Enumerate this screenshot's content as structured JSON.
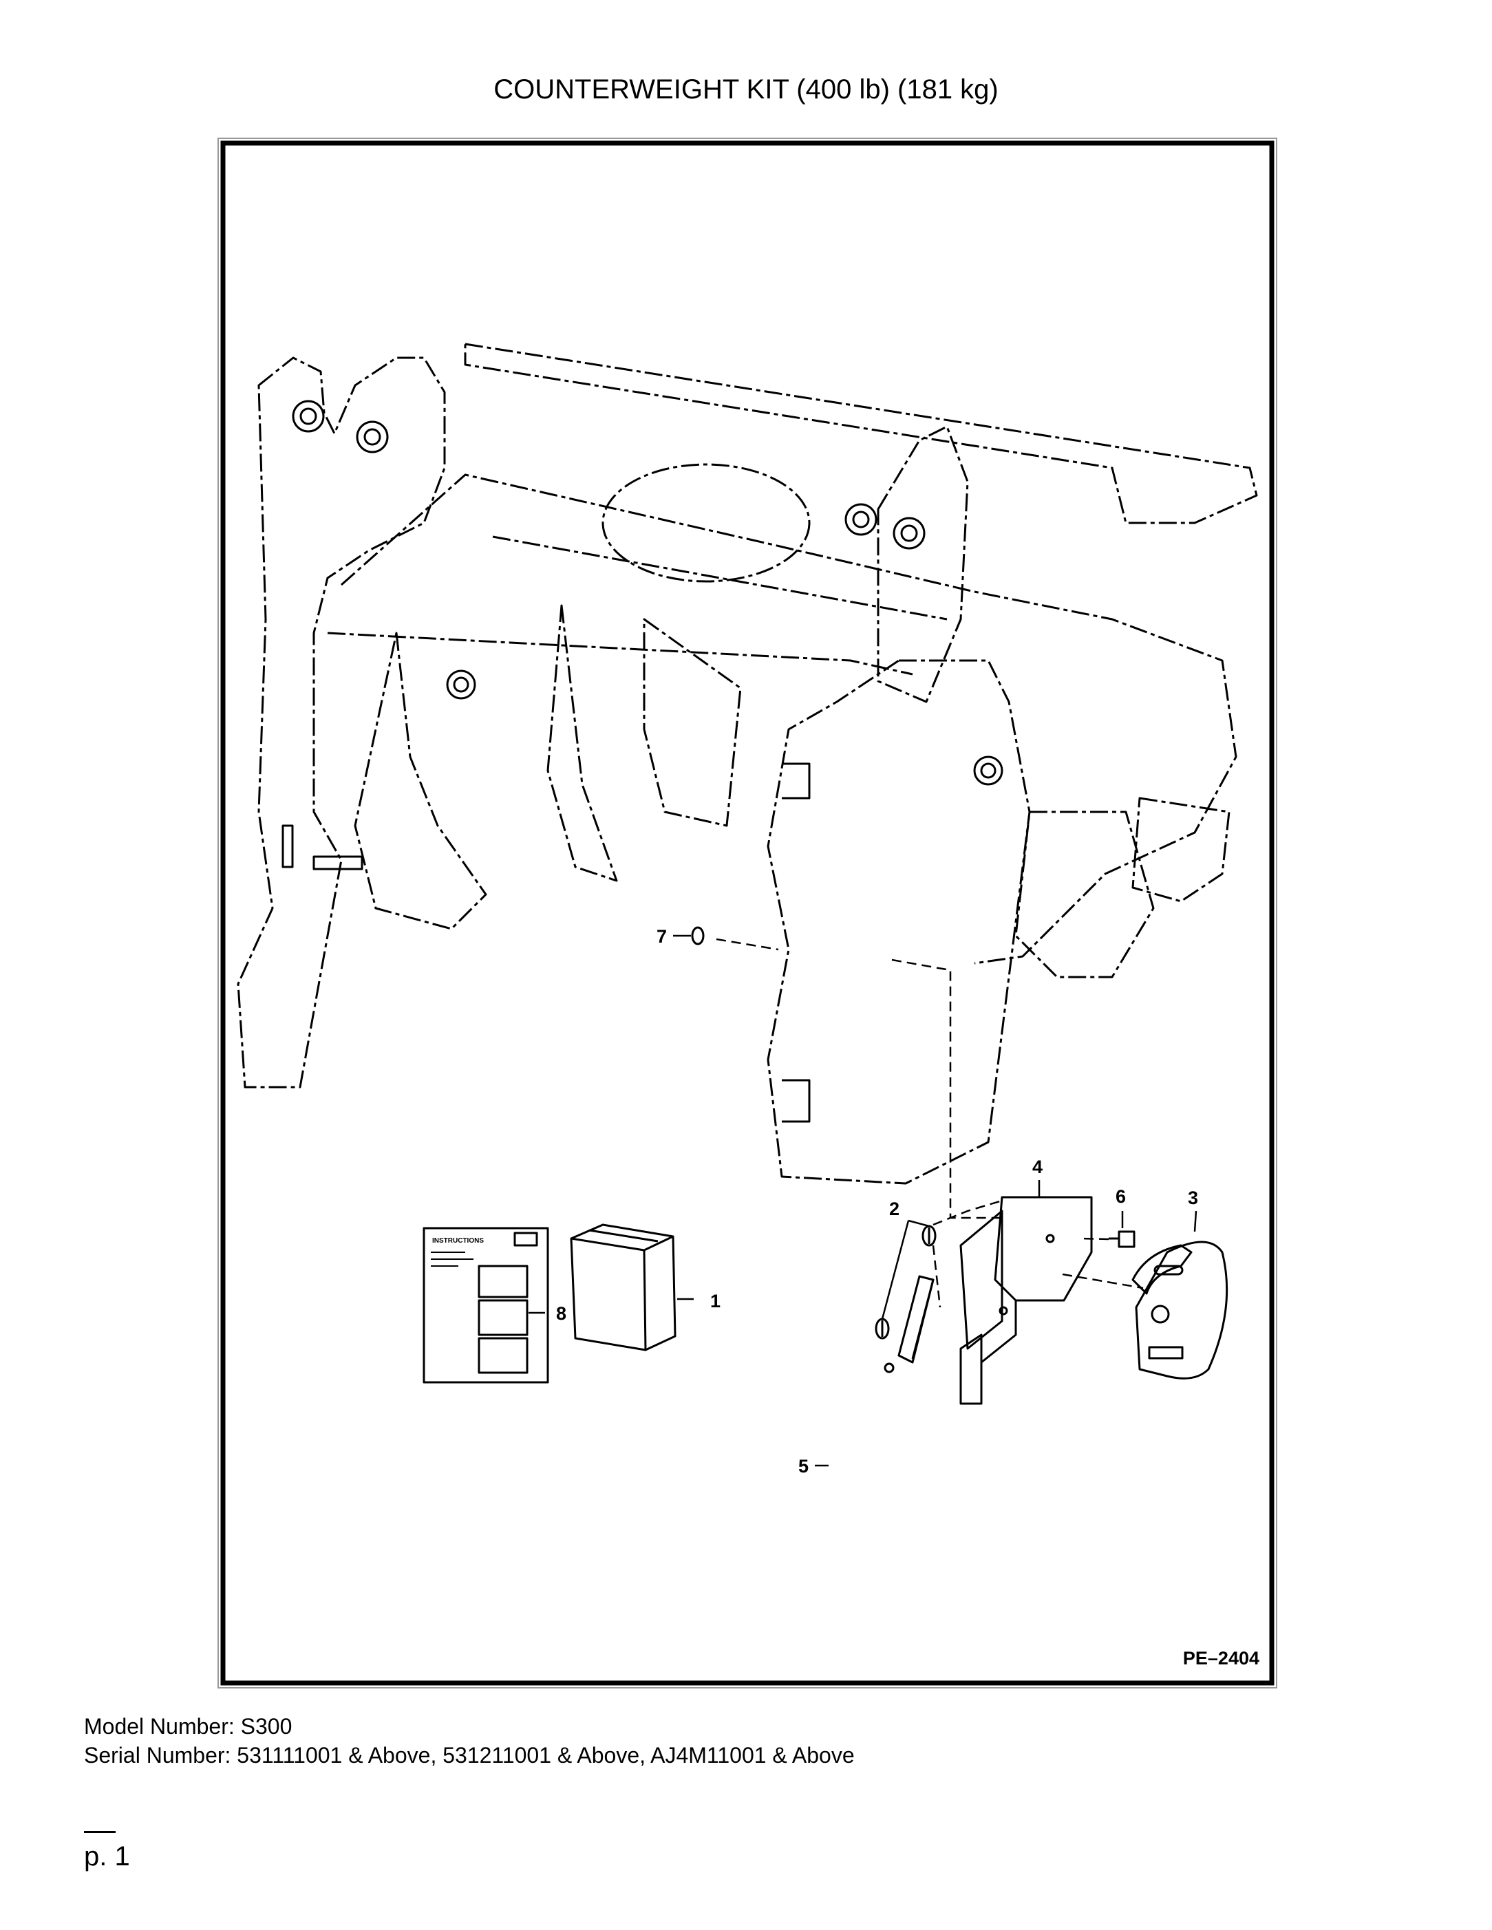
{
  "document": {
    "title": "COUNTERWEIGHT KIT (400 lb) (181 kg)",
    "figure_id": "PE–2404",
    "callouts": [
      "1",
      "2",
      "3",
      "4",
      "5",
      "6",
      "7",
      "8"
    ],
    "instruction_sheet_label": "INSTRUCTIONS",
    "model_line": "Model Number: S300",
    "serial_line": "Serial Number: 531111001 & Above, 531211001 & Above, AJ4M11001 & Above",
    "page_number": "p. 1"
  }
}
